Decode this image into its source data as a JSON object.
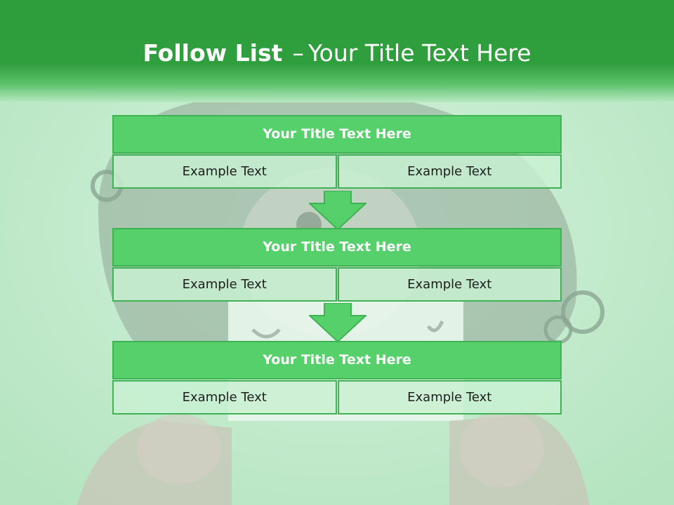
{
  "slide": {
    "title_bold": "Follow List",
    "title_dash": "–",
    "title_rest": "Your Title Text Here"
  },
  "steps": [
    {
      "title": "Your Title Text Here",
      "left": "Example Text",
      "right": "Example Text"
    },
    {
      "title": "Your Title Text Here",
      "left": "Example Text",
      "right": "Example Text"
    },
    {
      "title": "Your Title Text Here",
      "left": "Example Text",
      "right": "Example Text"
    }
  ],
  "colors": {
    "header_green": "#2e9d3c",
    "block_green": "#56d06a",
    "border_green": "#3fb253",
    "cell_fill": "#c8f0d2"
  }
}
